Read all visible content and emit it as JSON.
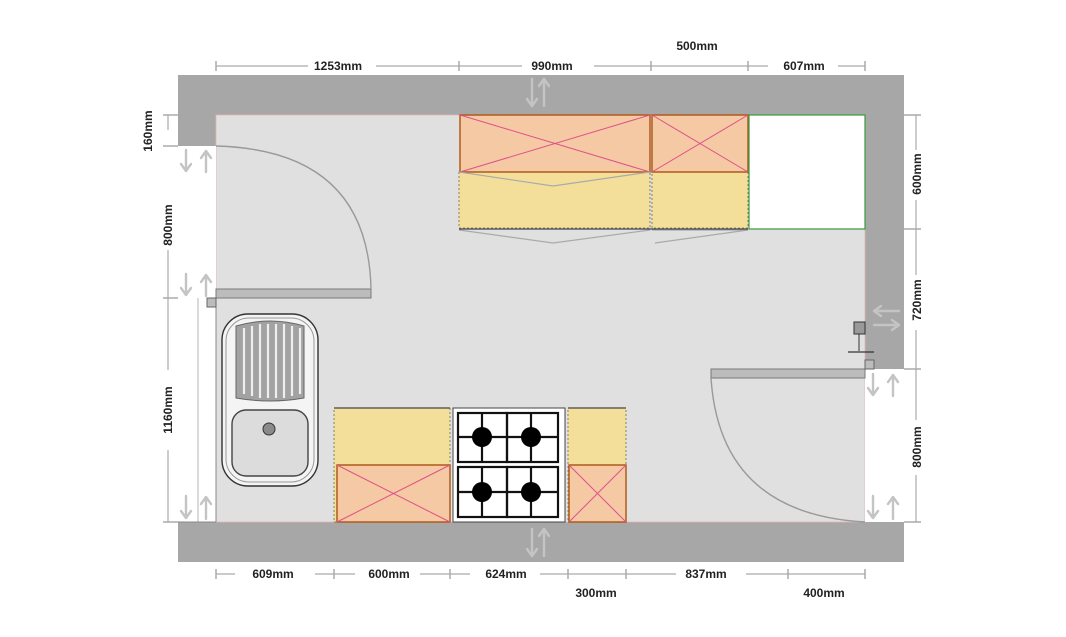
{
  "plan": {
    "top_dimensions": [
      "1253mm",
      "990mm",
      "500mm",
      "607mm"
    ],
    "bottom_dimensions": [
      "609mm",
      "600mm",
      "624mm",
      "300mm",
      "837mm",
      "400mm"
    ],
    "left_dimensions": [
      "160mm",
      "800mm",
      "1160mm"
    ],
    "right_dimensions": [
      "600mm",
      "720mm",
      "800mm"
    ]
  },
  "colors": {
    "wall": "#a7a7a7",
    "floor": "#e0e0e0",
    "wall_cabinet": "#f5c9a4",
    "base_cabinet": "#f3df9a",
    "appliance_outline": "#3a9a3a",
    "door_swing": "#9a9a9a"
  },
  "icons": [
    "double-arrow-icon",
    "door-swing-icon",
    "sink-icon",
    "gas-hob-icon",
    "light-fixture-icon"
  ]
}
